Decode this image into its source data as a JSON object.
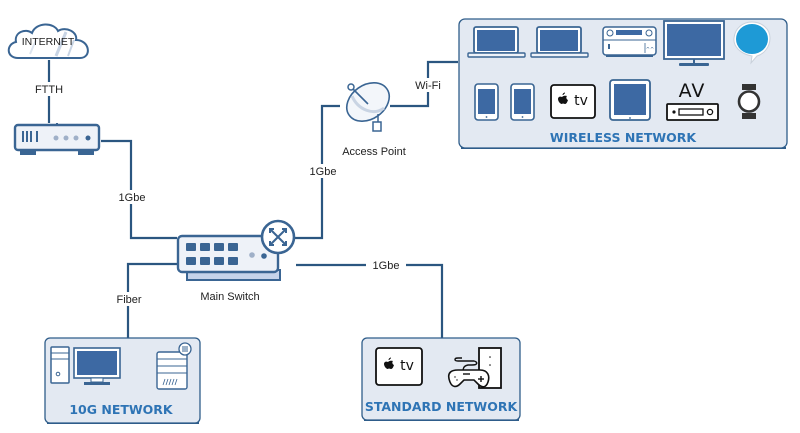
{
  "colors": {
    "line": "#2b5680",
    "panel_fill": "#e3e9f2",
    "panel_border": "#2f5d8a",
    "group_title": "#2e74b5",
    "device_blue": "#3d69a3",
    "alexa_blue": "#1e9ad6"
  },
  "nodes": {
    "internet": {
      "label": "INTERNET",
      "icon": "cloud-icon"
    },
    "modem": {
      "label": "",
      "icon": "modem-icon"
    },
    "access_point": {
      "label": "Access Point",
      "icon": "satellite-dish-icon"
    },
    "main_switch": {
      "label": "Main Switch",
      "icon": "network-switch-icon"
    }
  },
  "links": {
    "internet_modem": "FTTH",
    "modem_switch": "1Gbe",
    "switch_ap": "1Gbe",
    "ap_wireless": "Wi-Fi",
    "switch_10g": "Fiber",
    "switch_standard": "1Gbe"
  },
  "groups": {
    "wireless": {
      "title": "WIRELESS NETWORK",
      "devices": [
        "laptop",
        "laptop",
        "av-receiver",
        "tv-monitor",
        "alexa-speaker",
        "phone",
        "phone",
        "apple-tv",
        "tablet",
        "av-receiver-box",
        "smartwatch"
      ],
      "apple_tv_label": "tv",
      "av_label": "AV"
    },
    "ten_g": {
      "title": "10G NETWORK",
      "devices": [
        "desktop-tower",
        "monitor",
        "nas-server"
      ]
    },
    "standard": {
      "title": "STANDARD NETWORK",
      "devices": [
        "apple-tv",
        "game-console"
      ],
      "apple_tv_label": "tv"
    }
  }
}
